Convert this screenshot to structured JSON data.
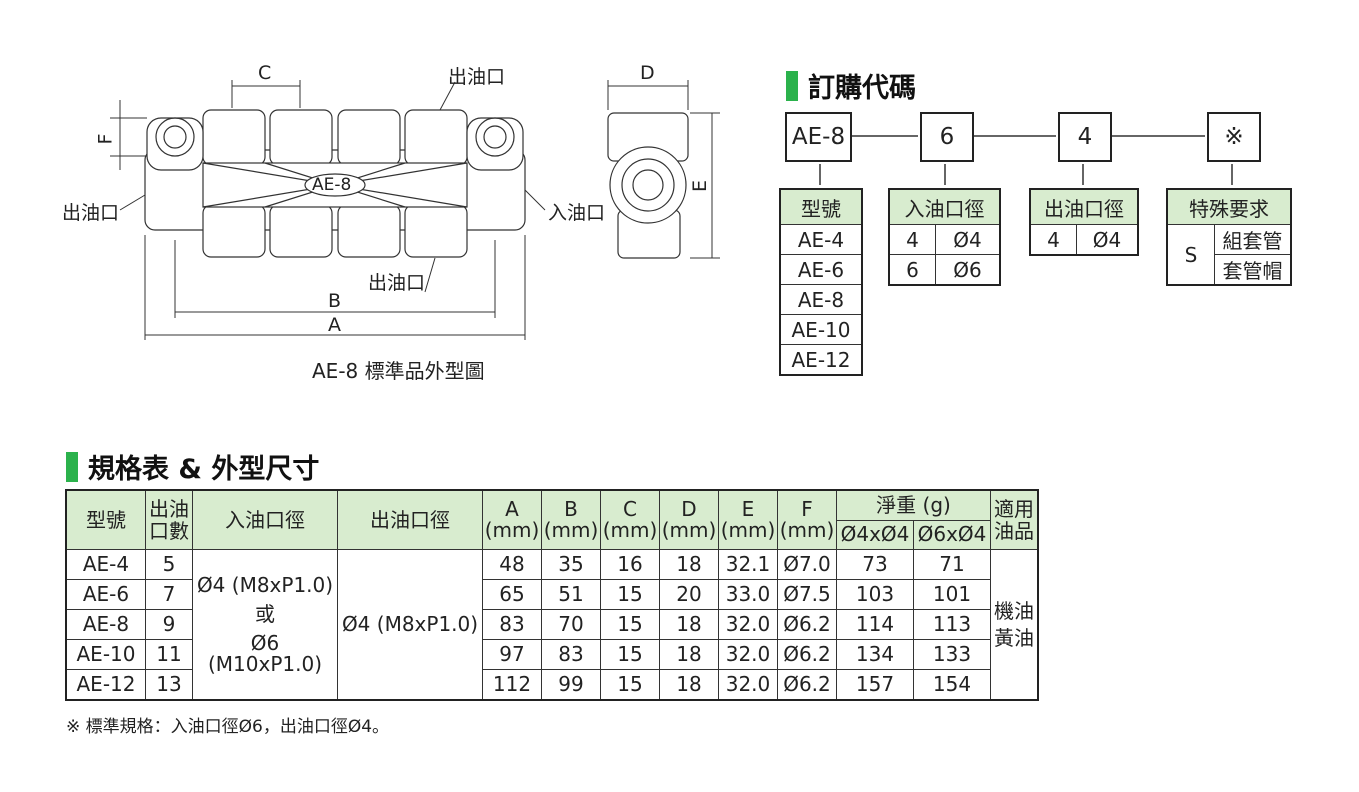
{
  "drawing": {
    "labels": {
      "C": "C",
      "D": "D",
      "E": "E",
      "F": "F",
      "B": "B",
      "A": "A"
    },
    "outlet": "出油口",
    "inlet": "入油口",
    "model_tag": "AE-8",
    "caption": "AE-8 標準品外型圖"
  },
  "order": {
    "title": "訂購代碼",
    "codes": [
      "AE-8",
      "6",
      "4",
      "※"
    ],
    "model": {
      "header": "型號",
      "items": [
        "AE-4",
        "AE-6",
        "AE-8",
        "AE-10",
        "AE-12"
      ]
    },
    "inlet": {
      "header": "入油口徑",
      "rows": [
        [
          "4",
          "Ø4"
        ],
        [
          "6",
          "Ø6"
        ]
      ]
    },
    "outlet": {
      "header": "出油口徑",
      "rows": [
        [
          "4",
          "Ø4"
        ]
      ]
    },
    "special": {
      "header": "特殊要求",
      "code": "S",
      "items": [
        "組套管",
        "套管帽"
      ]
    }
  },
  "spec": {
    "title": "規格表 & 外型尺寸",
    "headers": {
      "model": "型號",
      "ports": "出油口數",
      "inlet": "入油口徑",
      "outlet": "出油口徑",
      "A": "A",
      "B": "B",
      "C": "C",
      "D": "D",
      "E": "E",
      "F": "F",
      "unit": "(mm)",
      "weight": "淨重 (g)",
      "w1": "Ø4xØ4",
      "w2": "Ø6xØ4",
      "oil": "適用油品"
    },
    "inlet_value": [
      "Ø4 (M8xP1.0)",
      "或",
      "Ø6 (M10xP1.0)"
    ],
    "outlet_value": "Ø4 (M8xP1.0)",
    "oil_value": [
      "機油",
      "黃油"
    ],
    "rows": [
      [
        "AE-4",
        "5",
        "48",
        "35",
        "16",
        "18",
        "32.1",
        "Ø7.0",
        "73",
        "71"
      ],
      [
        "AE-6",
        "7",
        "65",
        "51",
        "15",
        "20",
        "33.0",
        "Ø7.5",
        "103",
        "101"
      ],
      [
        "AE-8",
        "9",
        "83",
        "70",
        "15",
        "18",
        "32.0",
        "Ø6.2",
        "114",
        "113"
      ],
      [
        "AE-10",
        "11",
        "97",
        "83",
        "15",
        "18",
        "32.0",
        "Ø6.2",
        "134",
        "133"
      ],
      [
        "AE-12",
        "13",
        "112",
        "99",
        "15",
        "18",
        "32.0",
        "Ø6.2",
        "157",
        "154"
      ]
    ],
    "note": "※ 標準規格：入油口徑Ø6，出油口徑Ø4。"
  }
}
